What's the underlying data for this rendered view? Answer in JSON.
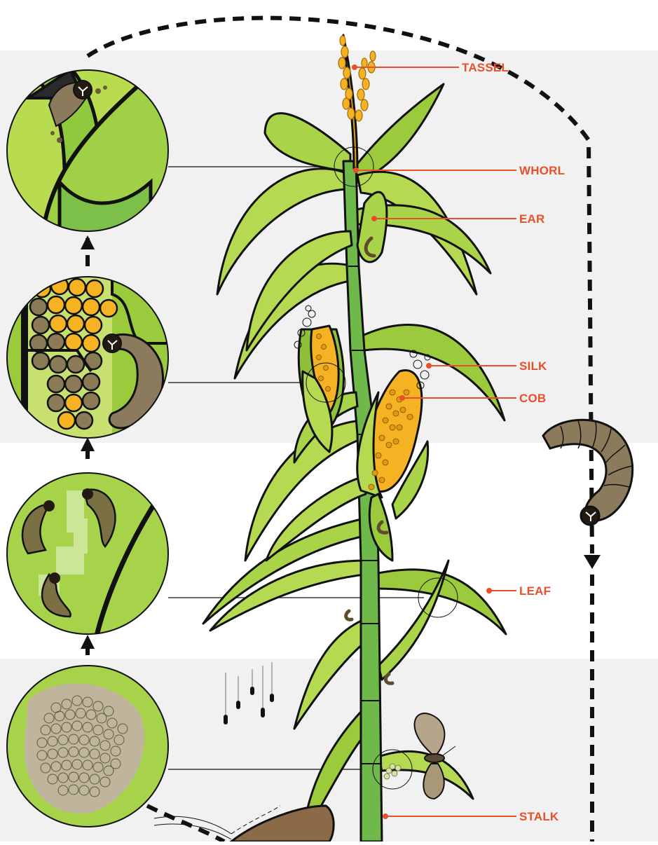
{
  "labels": {
    "tassel": "TASSEL",
    "whorl": "WHORL",
    "ear": "EAR",
    "silk": "SILK",
    "cob": "COB",
    "leaf": "LEAF",
    "stalk": "STALK"
  },
  "colors": {
    "band": "#f1f1f2",
    "label": "#e8502a",
    "leaf_light": "#b5da52",
    "leaf_mid": "#9bcb3c",
    "stalk": "#6fb84a",
    "larva": "#8b7a5c",
    "kernel": "#f5b324",
    "egg": "#bfb59c"
  },
  "icons": [
    "corn-plant",
    "larva",
    "moth",
    "egg-mass",
    "kernel"
  ]
}
